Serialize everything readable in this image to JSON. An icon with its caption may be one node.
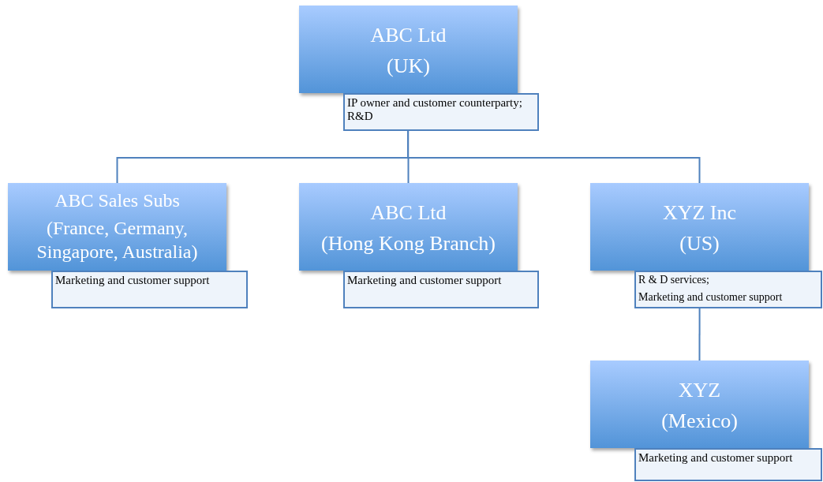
{
  "diagram": {
    "nodes": [
      {
        "text": [
          "ABC Ltd",
          "(UK)"
        ]
      },
      {
        "text": [
          "IP owner and customer counterparty; R&D"
        ]
      },
      {
        "text": [
          "ABC Sales Subs",
          "(France, Germany, Singapore, Australia)"
        ]
      },
      {
        "text": [
          "Marketing and customer support"
        ]
      },
      {
        "text": [
          "ABC Ltd",
          "(Hong Kong Branch)"
        ]
      },
      {
        "text": [
          "Marketing and customer support"
        ]
      },
      {
        "text": [
          "XYZ Inc",
          "(US)"
        ]
      },
      {
        "text": [
          "R & D services;",
          "Marketing and customer support"
        ]
      },
      {
        "text": [
          "XYZ",
          "(Mexico)"
        ]
      },
      {
        "text": [
          "Marketing and customer support"
        ]
      }
    ],
    "edges": [
      {
        "from": 1,
        "to": 2,
        "arrow": "none"
      },
      {
        "from": 1,
        "to": 4,
        "arrow": "none"
      },
      {
        "from": 1,
        "to": 6,
        "arrow": "none"
      },
      {
        "from": 7,
        "to": 8,
        "arrow": "none"
      }
    ]
  }
}
